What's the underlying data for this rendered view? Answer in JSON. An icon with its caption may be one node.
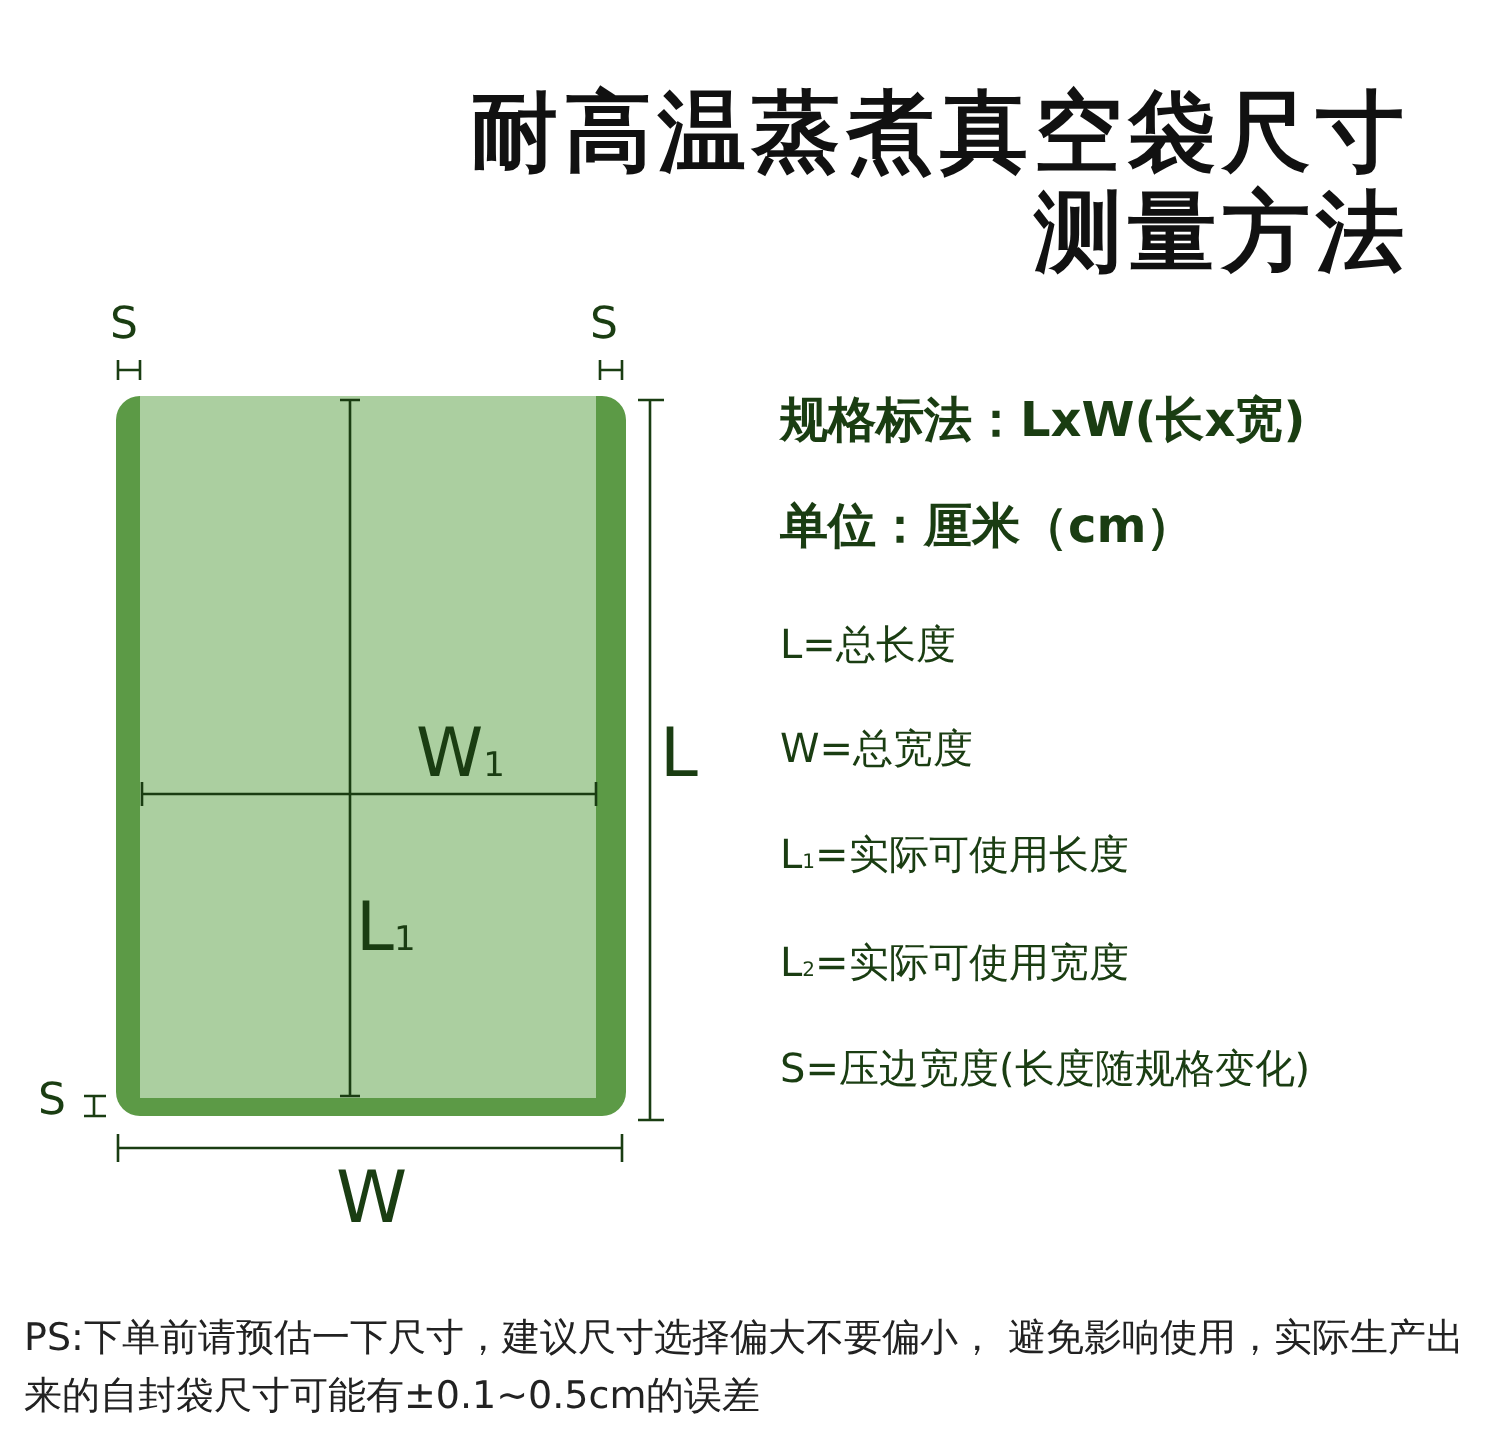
{
  "diagram": {
    "title": "耐高温蒸煮真空袋尺寸测量方法",
    "caption": "PS:下单前请预估一下尺寸，建议尺寸选择偏大不要偏小， 避免影响使用，实际生产出来的自封袋尺寸可能有±0.1~0.5cm的误差",
    "labels": [
      "S",
      "S",
      "W$_{1}$",
      "L",
      "L$_{1}$",
      "S",
      "W",
      "规格标法：LxW(长x宽)",
      "单位：厘米（cm）",
      "L=总长度",
      "W=总宽度",
      "L$_{1}$=实际可使用长度",
      "L$_{2}$=实际可使用宽度",
      "S=压边宽度(长度随规格变化)"
    ]
  }
}
